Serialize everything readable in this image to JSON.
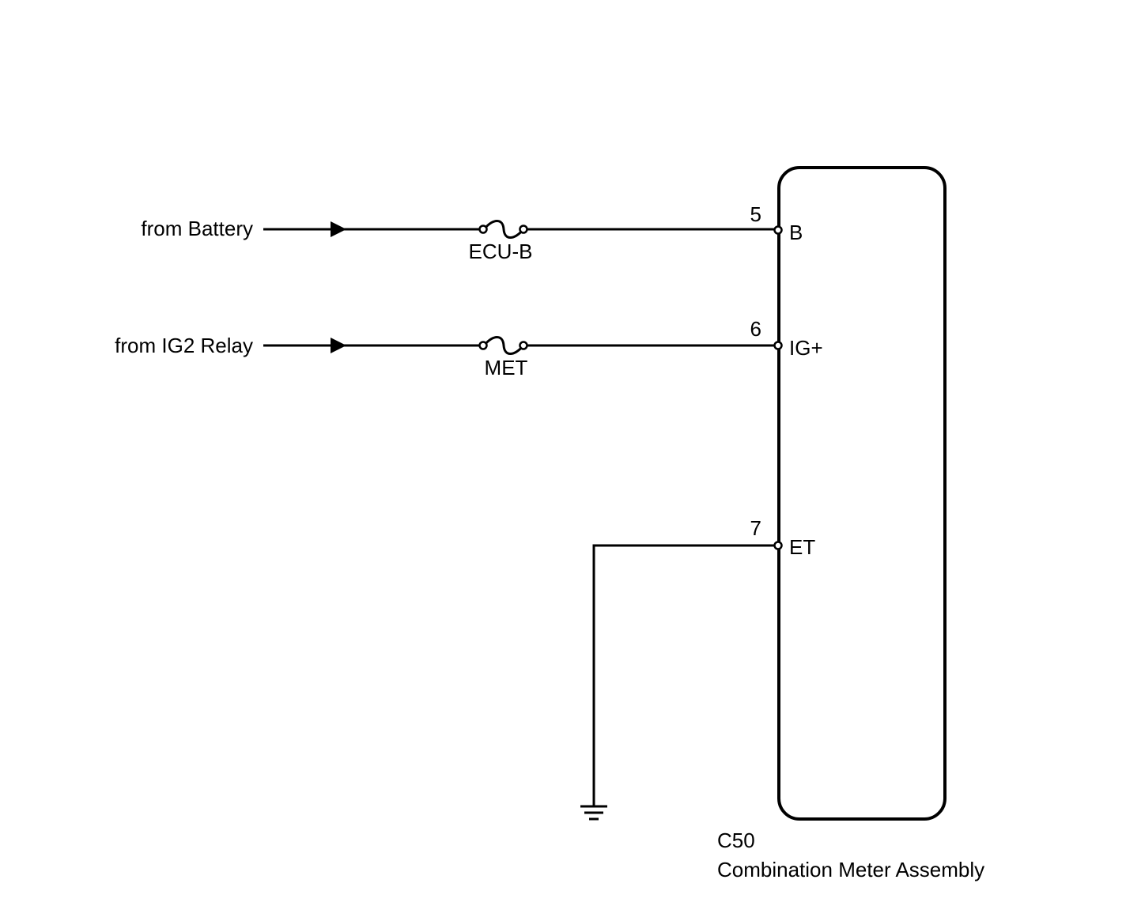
{
  "sources": {
    "battery": "from Battery",
    "ig2": "from IG2 Relay"
  },
  "fuses": {
    "ecu_b": "ECU-B",
    "met": "MET"
  },
  "pins": {
    "b": {
      "number": "5",
      "name": "B"
    },
    "ig": {
      "number": "6",
      "name": "IG+"
    },
    "et": {
      "number": "7",
      "name": "ET"
    }
  },
  "component": {
    "code": "C50",
    "name": "Combination Meter Assembly"
  },
  "colors": {
    "line": "#000000",
    "background": "#ffffff"
  }
}
